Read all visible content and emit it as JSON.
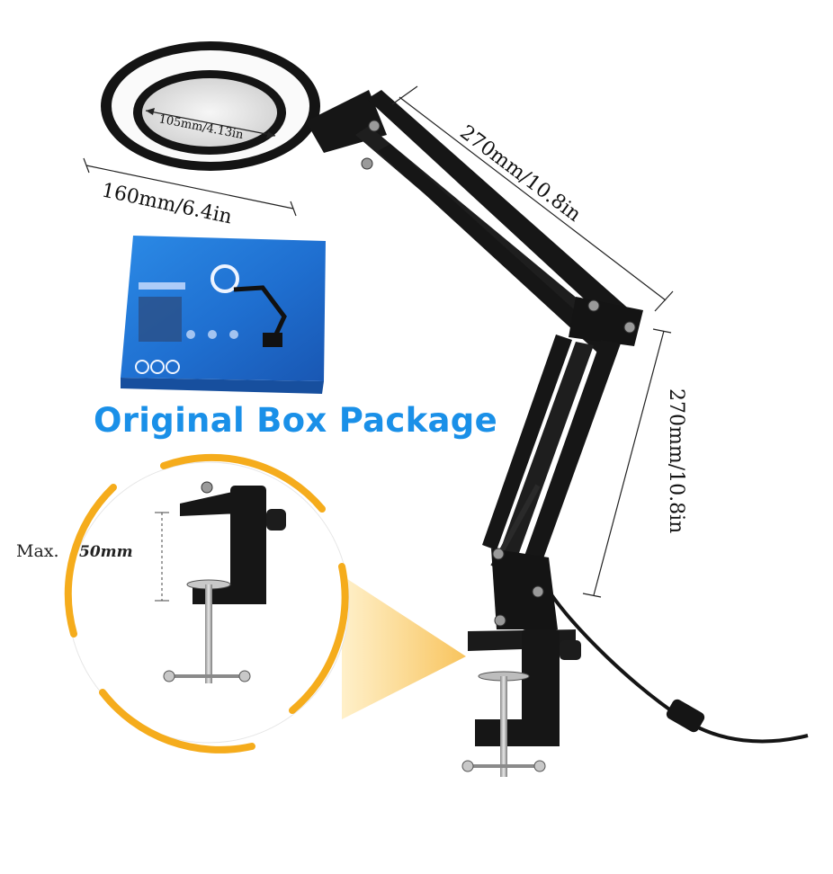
{
  "dimensions": {
    "lens_diameter": "105mm/4.13in",
    "head_width": "160mm/6.4in",
    "upper_arm": "270mm/10.8in",
    "lower_arm": "270mm/10.8in"
  },
  "box_caption": "Original Box Package",
  "clamp": {
    "max_label": "Max.",
    "max_value": "50mm"
  },
  "colors": {
    "headline_blue": "#1a90e8",
    "accent_orange": "#f5ac1c",
    "box_blue": "#1f6fd0",
    "metal_black": "#161616"
  }
}
